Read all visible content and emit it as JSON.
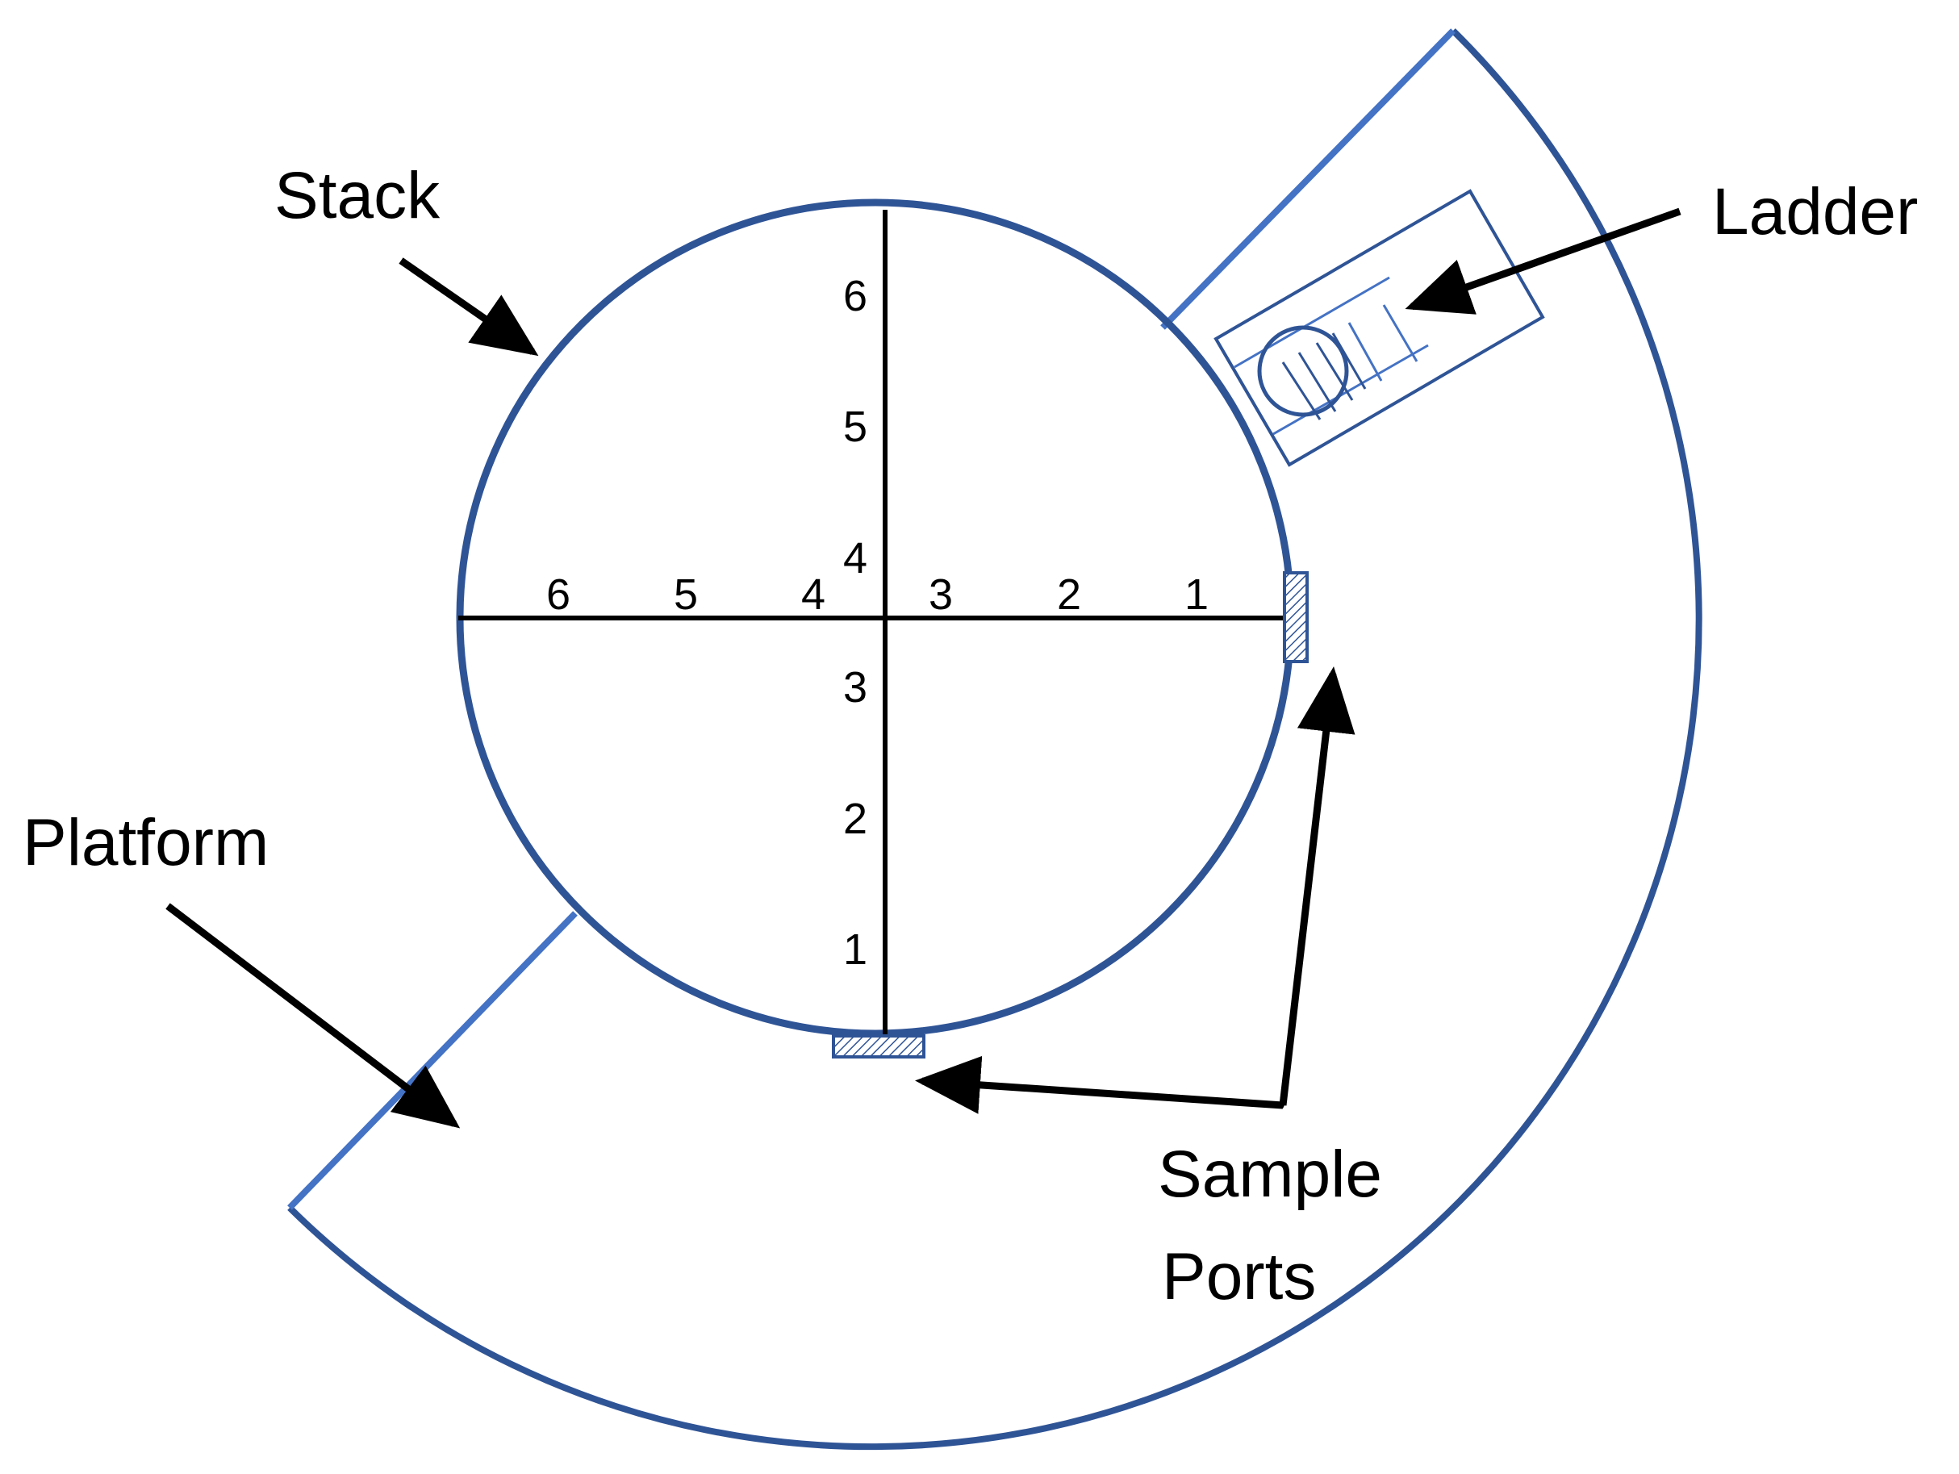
{
  "labels": {
    "stack": "Stack",
    "ladder": "Ladder",
    "platform": "Platform",
    "sample_ports_line1": "Sample",
    "sample_ports_line2": "Ports"
  },
  "horizontal_traverse_points": [
    "6",
    "5",
    "4",
    "3",
    "2",
    "1"
  ],
  "vertical_traverse_points": [
    "6",
    "5",
    "4",
    "3",
    "2",
    "1"
  ],
  "colors": {
    "outline": "#2f5496",
    "platform_edge": "#4472c4",
    "traverse_line": "#000000",
    "arrow": "#000000"
  }
}
